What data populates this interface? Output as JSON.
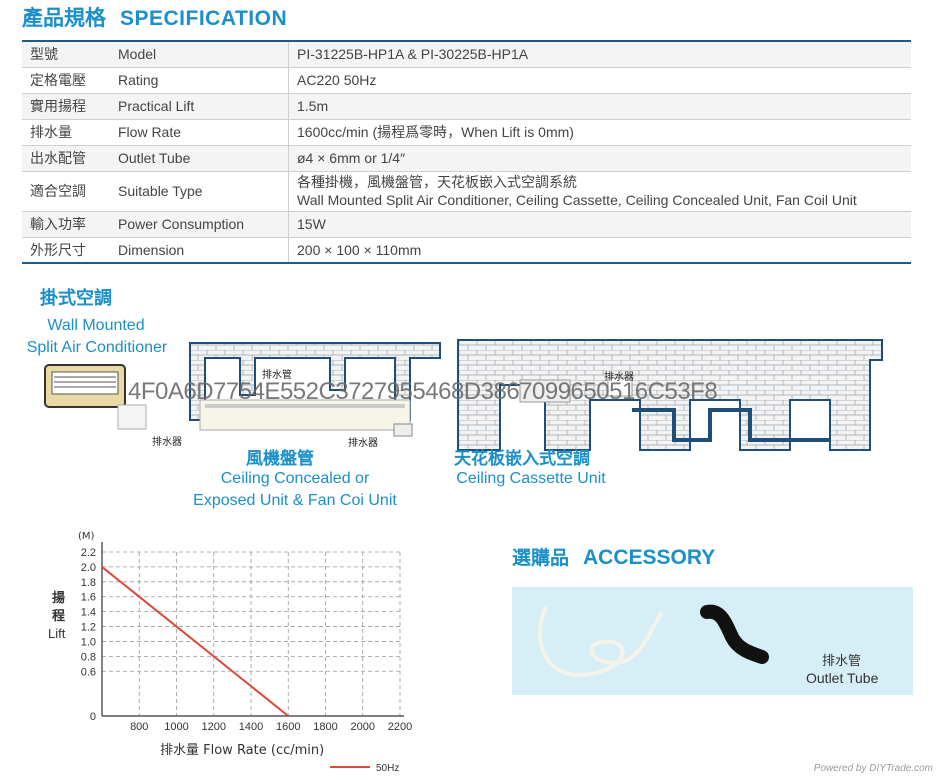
{
  "heading": {
    "zh": "產品規格",
    "en": "SPECIFICATION"
  },
  "spec_rows": [
    {
      "zh": "型號",
      "en": "Model",
      "value": "PI-31225B-HP1A & PI-30225B-HP1A"
    },
    {
      "zh": "定格電壓",
      "en": "Rating",
      "value": "AC220 50Hz"
    },
    {
      "zh": "實用揚程",
      "en": "Practical Lift",
      "value": "1.5m"
    },
    {
      "zh": "排水量",
      "en": "Flow Rate",
      "value": "1600cc/min (揚程爲零時，When Lift is 0mm)"
    },
    {
      "zh": "出水配管",
      "en": "Outlet Tube",
      "value": "ø4 × 6mm or 1/4″"
    },
    {
      "zh": "適合空調",
      "en": "Suitable Type",
      "value": "各種掛機，風機盤管，天花板嵌入式空調系統",
      "value2": "Wall Mounted Split Air Conditioner, Ceiling Cassette, Ceiling Concealed Unit, Fan Coil Unit"
    },
    {
      "zh": "輸入功率",
      "en": "Power Consumption",
      "value": "15W"
    },
    {
      "zh": "外形尺寸",
      "en": "Dimension",
      "value": "200 × 100 × 110mm"
    }
  ],
  "install": {
    "title": "掛式空調",
    "wall_en_1": "Wall Mounted",
    "wall_en_2": "Split Air Conditioner",
    "fan_zh": "風機盤管",
    "fan_en_1": "Ceiling Concealed or",
    "fan_en_2": "Exposed Unit & Fan Coi Unit",
    "cassette_zh": "天花板嵌入式空調",
    "cassette_en": "Ceiling Cassette Unit",
    "drain_pipe_label": "排水管",
    "drain_pump_label": "排水器",
    "watermark": "4F0A6D7754E552C3727955468D3867099650516C53F8"
  },
  "chart_data": {
    "type": "line",
    "ylabel_zh_1": "揚",
    "ylabel_zh_2": "程",
    "ylabel": "Lift",
    "yunit": "(M)",
    "xlabel": "排水量 Flow Rate (cc/min)",
    "xlim": [
      600,
      2200
    ],
    "ylim": [
      0,
      2.2
    ],
    "x_ticks": [
      "800",
      "1000",
      "1200",
      "1400",
      "1600",
      "1800",
      "2000",
      "2200"
    ],
    "y_ticks": [
      "0",
      "0.6",
      "0.8",
      "1.0",
      "1.2",
      "1.4",
      "1.6",
      "1.8",
      "2.0",
      "2.2"
    ],
    "series": [
      {
        "name": "50Hz",
        "color": "#e0463a",
        "x": [
          600,
          1600
        ],
        "y": [
          2.0,
          0
        ]
      }
    ]
  },
  "accessory": {
    "zh": "選購品",
    "en": "ACCESSORY",
    "item_zh": "排水管",
    "item_en": "Outlet Tube",
    "bg_color": "#d6eef5"
  },
  "footer": "Powered by DIYTrade.com"
}
